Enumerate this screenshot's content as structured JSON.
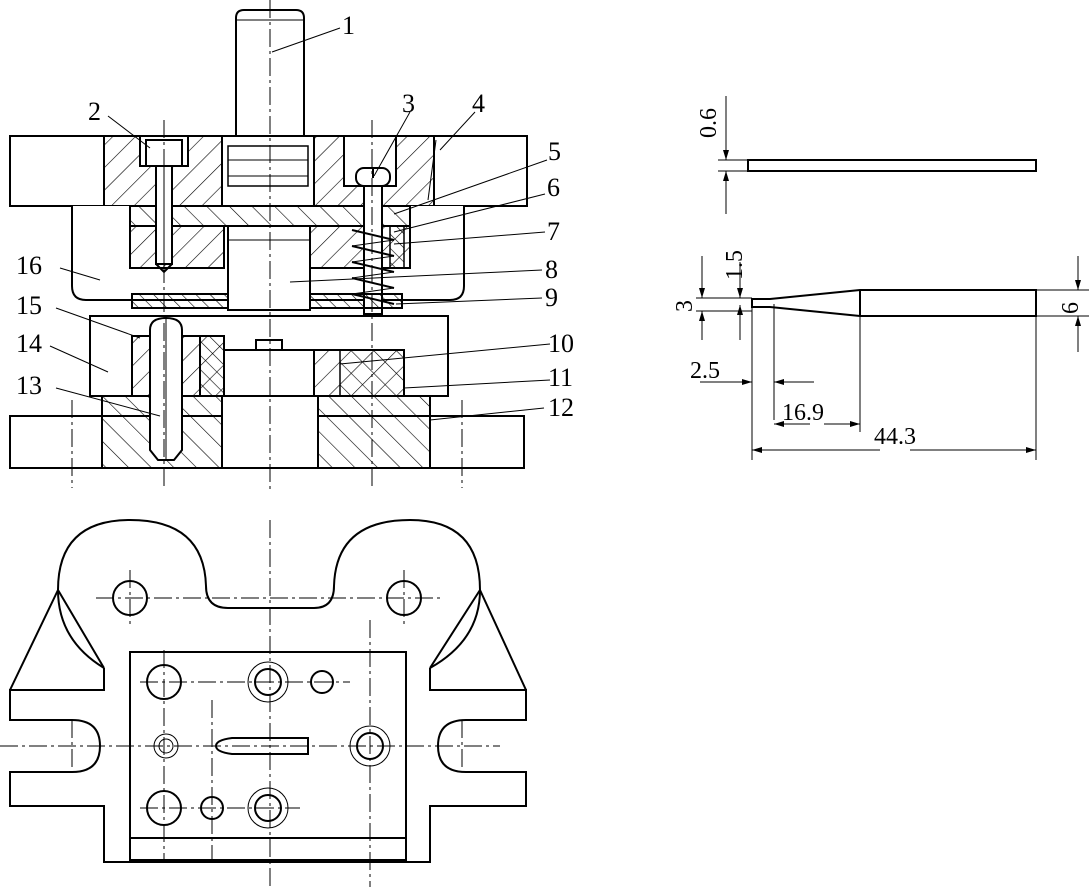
{
  "callouts": {
    "p1": "1",
    "p2": "2",
    "p3": "3",
    "p4": "4",
    "p5": "5",
    "p6": "6",
    "p7": "7",
    "p8": "8",
    "p9": "9",
    "p10": "10",
    "p11": "11",
    "p12": "12",
    "p13": "13",
    "p14": "14",
    "p15": "15",
    "p16": "16"
  },
  "dimensions": {
    "thickness": "0.6",
    "tip_step": "1.5",
    "tip_width": "3",
    "body_width": "6",
    "tip_length": "2.5",
    "taper_length": "16.9",
    "total_length": "44.3"
  }
}
